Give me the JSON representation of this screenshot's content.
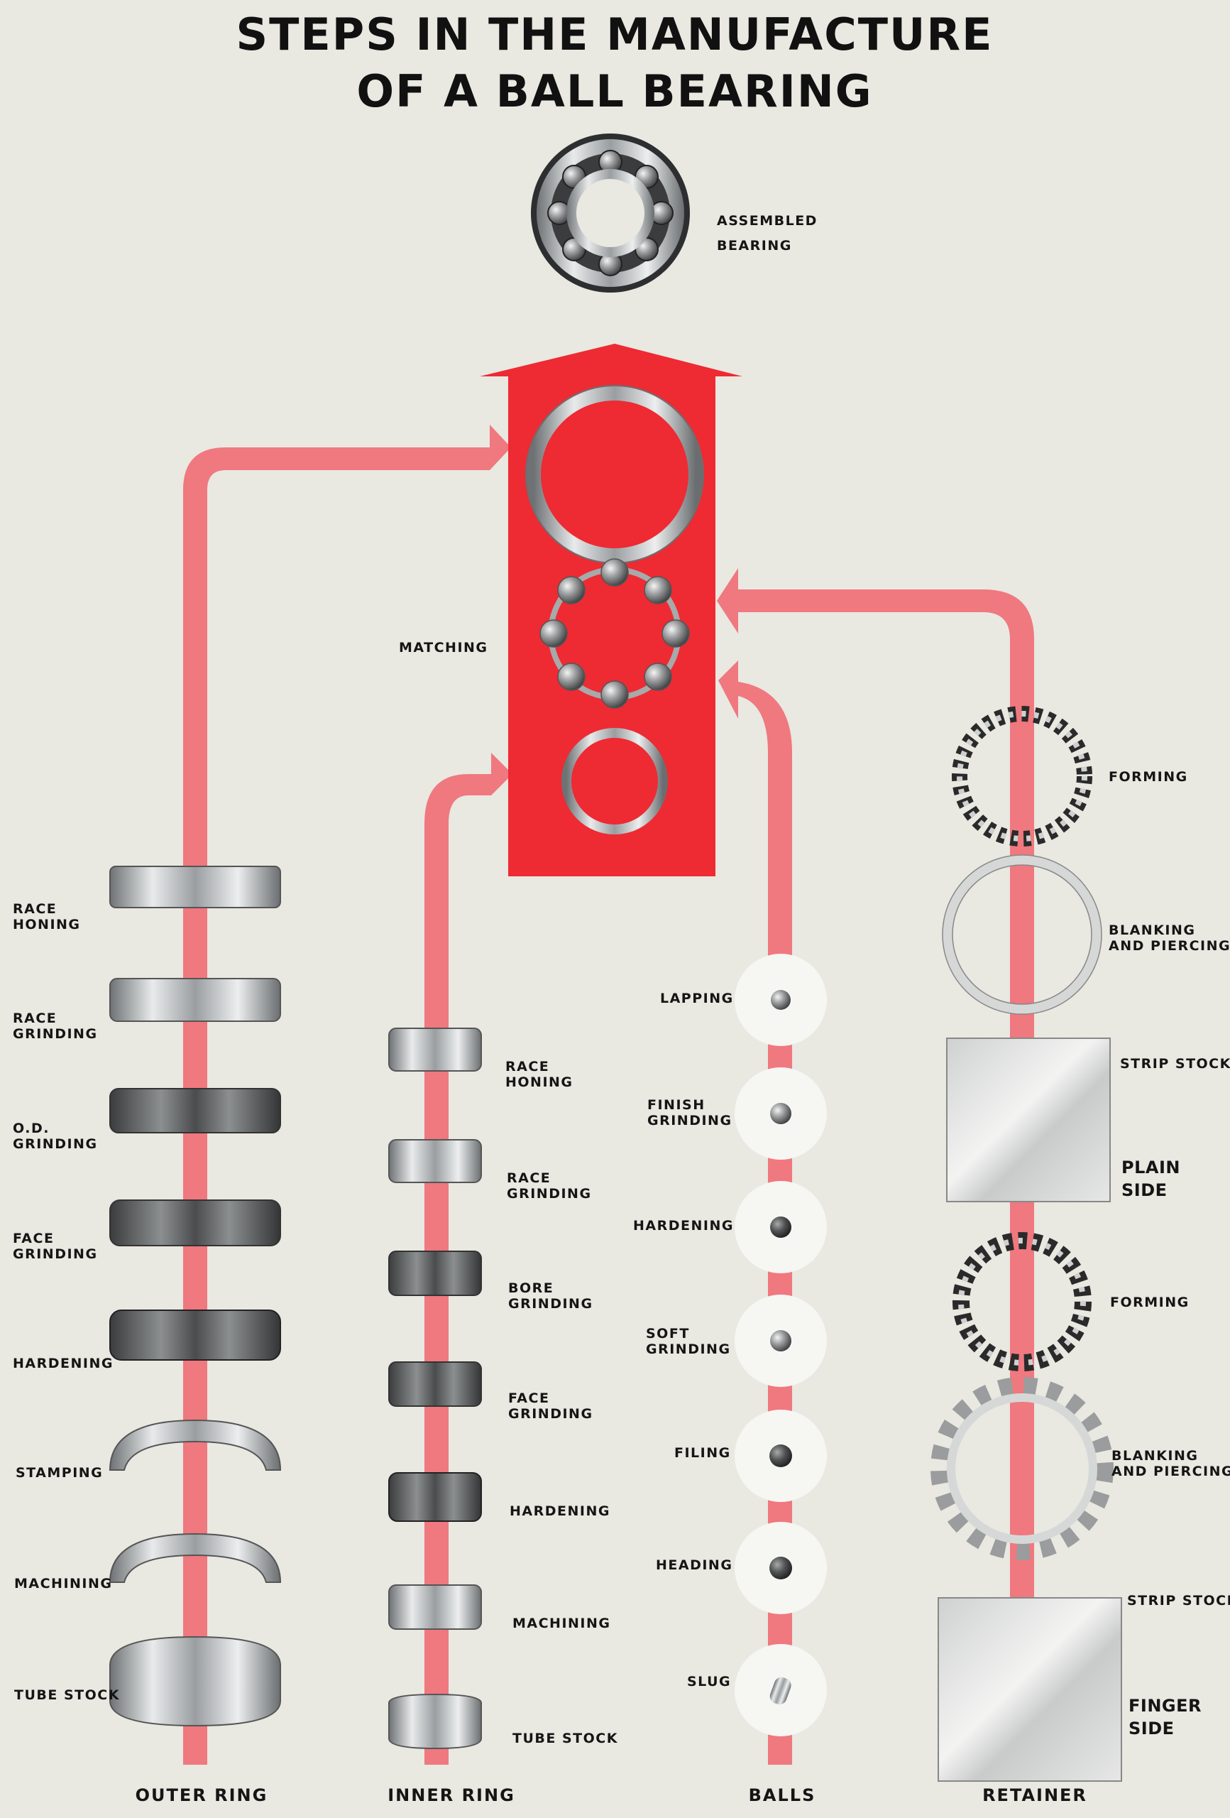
{
  "title_line1": "STEPS IN THE MANUFACTURE",
  "title_line2": "OF A BALL BEARING",
  "assembled": {
    "line1": "ASSEMBLED",
    "line2": "BEARING"
  },
  "matching": "MATCHING",
  "columns": {
    "outer": "OUTER RING",
    "inner": "INNER RING",
    "balls": "BALLS",
    "retainer": "RETAINER"
  },
  "outer_steps": [
    {
      "line1": "RACE",
      "line2": "HONING"
    },
    {
      "line1": "RACE",
      "line2": "GRINDING"
    },
    {
      "line1": "O.D.",
      "line2": "GRINDING"
    },
    {
      "line1": "FACE",
      "line2": "GRINDING"
    },
    {
      "line1": "HARDENING",
      "line2": ""
    },
    {
      "line1": "STAMPING",
      "line2": ""
    },
    {
      "line1": "MACHINING",
      "line2": ""
    },
    {
      "line1": "TUBE STOCK",
      "line2": ""
    }
  ],
  "inner_steps": [
    {
      "line1": "RACE",
      "line2": "HONING"
    },
    {
      "line1": "RACE",
      "line2": "GRINDING"
    },
    {
      "line1": "BORE",
      "line2": "GRINDING"
    },
    {
      "line1": "FACE",
      "line2": "GRINDING"
    },
    {
      "line1": "HARDENING",
      "line2": ""
    },
    {
      "line1": "MACHINING",
      "line2": ""
    },
    {
      "line1": "TUBE STOCK",
      "line2": ""
    }
  ],
  "ball_steps": [
    {
      "line1": "LAPPING",
      "line2": ""
    },
    {
      "line1": "FINISH",
      "line2": "GRINDING"
    },
    {
      "line1": "HARDENING",
      "line2": ""
    },
    {
      "line1": "SOFT",
      "line2": "GRINDING"
    },
    {
      "line1": "FILING",
      "line2": ""
    },
    {
      "line1": "HEADING",
      "line2": ""
    },
    {
      "line1": "SLUG",
      "line2": ""
    }
  ],
  "retainer_steps": {
    "forming_top": "FORMING",
    "blanking_top": {
      "line1": "BLANKING",
      "line2": "AND PIERCING"
    },
    "strip_top": "STRIP STOCK",
    "plain_side": {
      "line1": "PLAIN",
      "line2": "SIDE"
    },
    "forming_bottom": "FORMING",
    "blanking_bottom": {
      "line1": "BLANKING",
      "line2": "AND PIERCING"
    },
    "strip_bottom": "STRIP STOCK",
    "finger_side": {
      "line1": "FINGER",
      "line2": "SIDE"
    }
  },
  "colors": {
    "background": "#e9e8e1",
    "flow_pink": "#f0787f",
    "matching_red": "#ee2a33",
    "text": "#151515",
    "metal": "#b9bcbd"
  }
}
